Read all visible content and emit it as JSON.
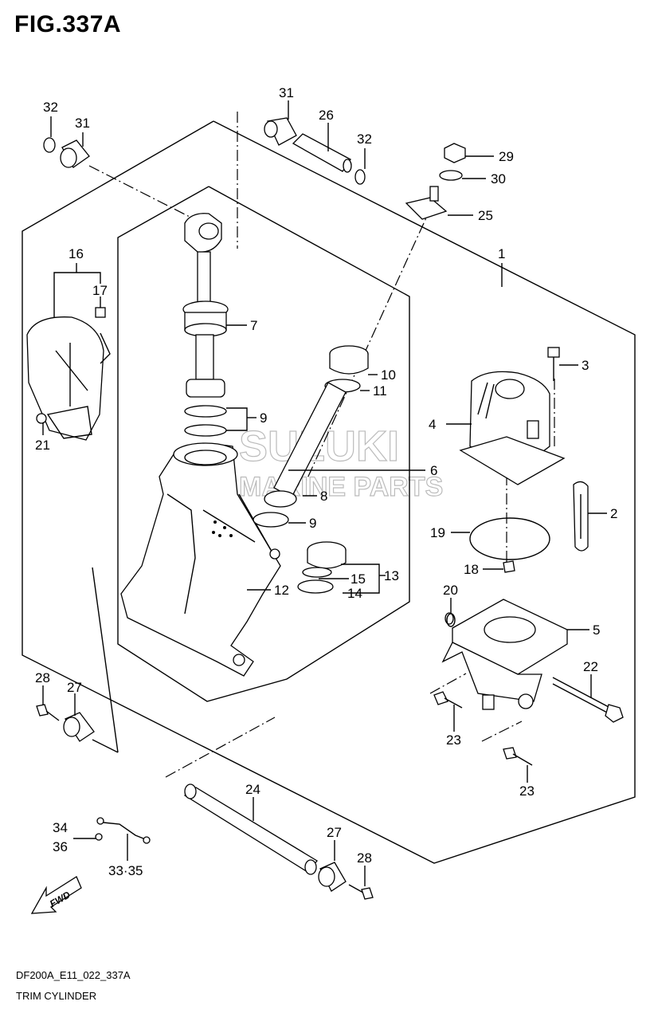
{
  "figure": {
    "title": "FIG.337A",
    "model_code": "DF200A_E11_022_337A",
    "name": "TRIM CYLINDER"
  },
  "watermark": {
    "line1": "SUZUKI",
    "line2": "MARINE PARTS"
  },
  "fwd_label": "FWD",
  "callouts": [
    {
      "key": "c32a",
      "text": "32"
    },
    {
      "key": "c31a",
      "text": "31"
    },
    {
      "key": "c31b",
      "text": "31"
    },
    {
      "key": "c26",
      "text": "26"
    },
    {
      "key": "c32b",
      "text": "32"
    },
    {
      "key": "c29",
      "text": "29"
    },
    {
      "key": "c30",
      "text": "30"
    },
    {
      "key": "c25",
      "text": "25"
    },
    {
      "key": "c16",
      "text": "16"
    },
    {
      "key": "c17",
      "text": "17"
    },
    {
      "key": "c1",
      "text": "1"
    },
    {
      "key": "c7",
      "text": "7"
    },
    {
      "key": "c3",
      "text": "3"
    },
    {
      "key": "c10",
      "text": "10"
    },
    {
      "key": "c11",
      "text": "11"
    },
    {
      "key": "c9a",
      "text": "9"
    },
    {
      "key": "c4",
      "text": "4"
    },
    {
      "key": "c21",
      "text": "21"
    },
    {
      "key": "c6",
      "text": "6"
    },
    {
      "key": "c8",
      "text": "8"
    },
    {
      "key": "c2",
      "text": "2"
    },
    {
      "key": "c9b",
      "text": "9"
    },
    {
      "key": "c19",
      "text": "19"
    },
    {
      "key": "c18",
      "text": "18"
    },
    {
      "key": "c15",
      "text": "15"
    },
    {
      "key": "c13",
      "text": "13"
    },
    {
      "key": "c14",
      "text": "14"
    },
    {
      "key": "c12",
      "text": "12"
    },
    {
      "key": "c20",
      "text": "20"
    },
    {
      "key": "c5",
      "text": "5"
    },
    {
      "key": "c22",
      "text": "22"
    },
    {
      "key": "c28a",
      "text": "28"
    },
    {
      "key": "c27a",
      "text": "27"
    },
    {
      "key": "c23a",
      "text": "23"
    },
    {
      "key": "c23b",
      "text": "23"
    },
    {
      "key": "c24",
      "text": "24"
    },
    {
      "key": "c34",
      "text": "34"
    },
    {
      "key": "c36",
      "text": "36"
    },
    {
      "key": "c27b",
      "text": "27"
    },
    {
      "key": "c28b",
      "text": "28"
    },
    {
      "key": "c3335",
      "text": "33·35"
    }
  ]
}
